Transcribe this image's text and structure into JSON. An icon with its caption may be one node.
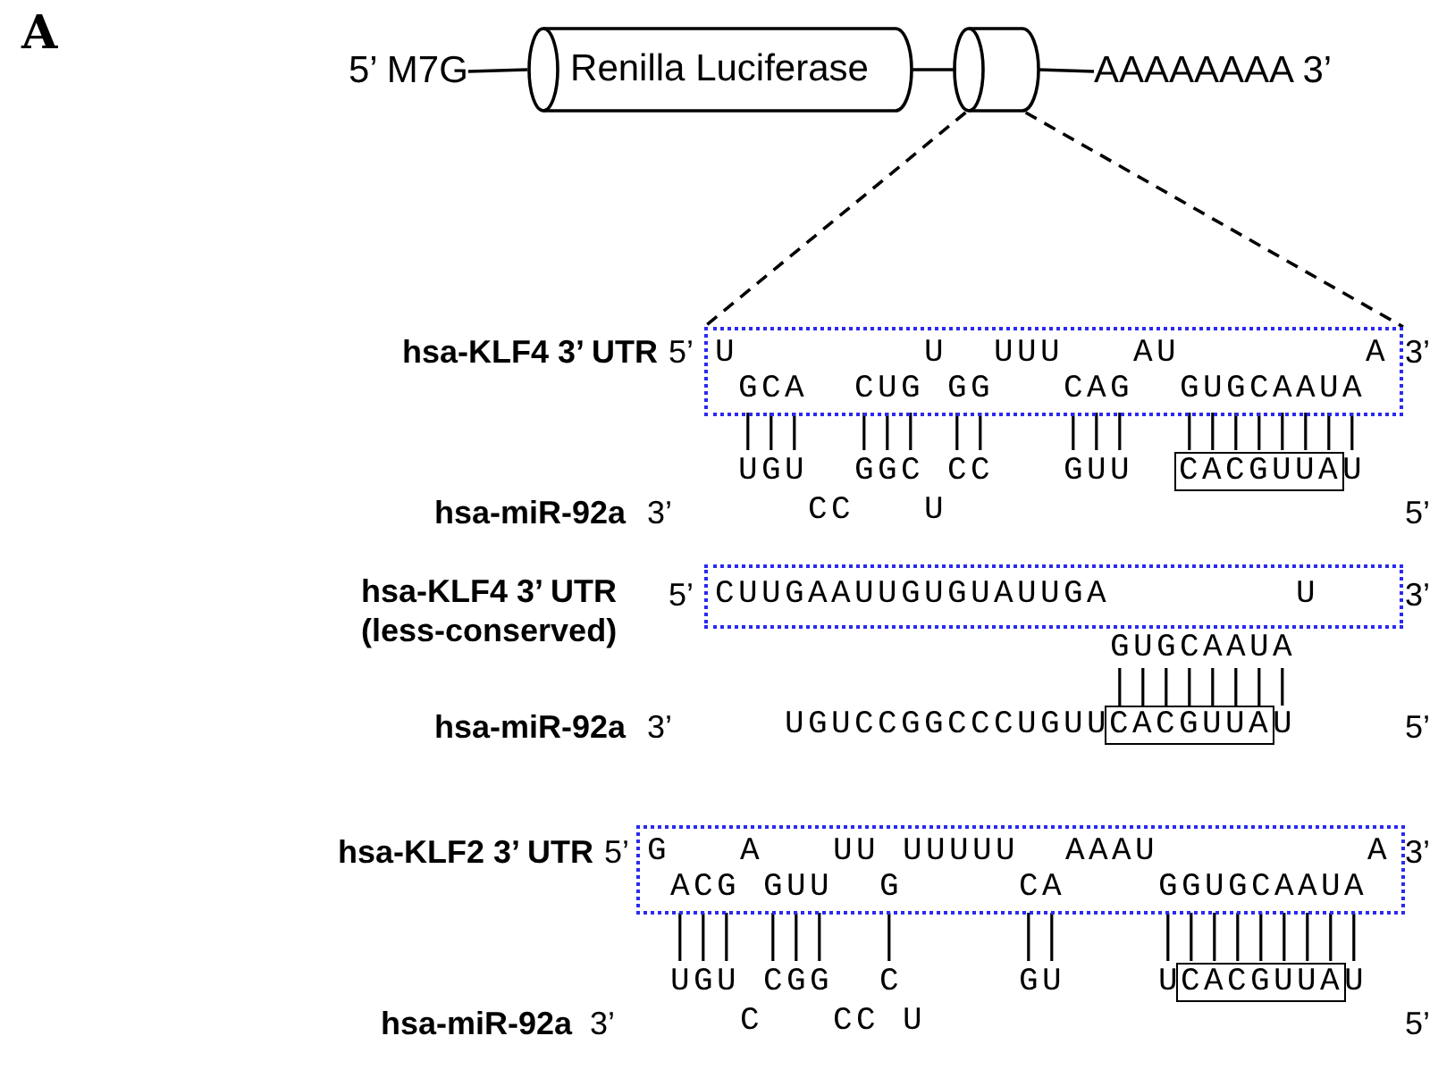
{
  "diagram": {
    "nodes": [
      {
        "text": [
          "5’ M7G"
        ]
      },
      {
        "text": [
          "Renilla Luciferase"
        ]
      },
      {
        "text": [],
        "shape": "cylinder"
      },
      {
        "text": [
          "AAAAAAAA 3’"
        ]
      },
      {
        "text": [
          "U        U  UUU   AU        A",
          " GCA  CUG GG   CAG  GUGCAAUA"
        ]
      },
      {
        "text": [
          "CACGUUA"
        ]
      },
      {
        "text": [
          "CUUGAAUUGUGUAUUGA        U"
        ]
      },
      {
        "text": [
          "CACGUUA"
        ]
      },
      {
        "text": [
          "G   A   UU UUUUU  AAAU         A",
          " ACG GUU  G     CA    GGUGCAAUA"
        ]
      },
      {
        "text": [
          "CACGUUA"
        ]
      }
    ],
    "edges": [
      {
        "from": 0,
        "to": 1,
        "arrow": "none"
      },
      {
        "from": 1,
        "to": 2,
        "arrow": "none"
      },
      {
        "from": 2,
        "to": 3,
        "arrow": "none"
      },
      {
        "from": 2,
        "to": 4,
        "arrow": "none",
        "style": "dashed"
      },
      {
        "from": 2,
        "to": 4,
        "arrow": "none",
        "style": "dashed"
      }
    ],
    "labels": [
      "A",
      "hsa-KLF4 3’ UTR",
      "5’",
      "3’",
      " UGU  GGC CC   GUU         U",
      "hsa-miR-92a",
      "3’",
      "    CC   U",
      "5’",
      "hsa-KLF4 3’ UTR (less-conserved)",
      "5’",
      "3’",
      "                 GUGCAAUA",
      "hsa-miR-92a",
      "3’",
      "   UGUCCGGCCCUGUU       U",
      "5’",
      "hsa-KLF2 3’ UTR",
      "5’",
      "3’",
      " UGU CGG  C     GU    U       U",
      "hsa-miR-92a",
      "3’",
      "    C   CC U",
      "5’"
    ]
  }
}
